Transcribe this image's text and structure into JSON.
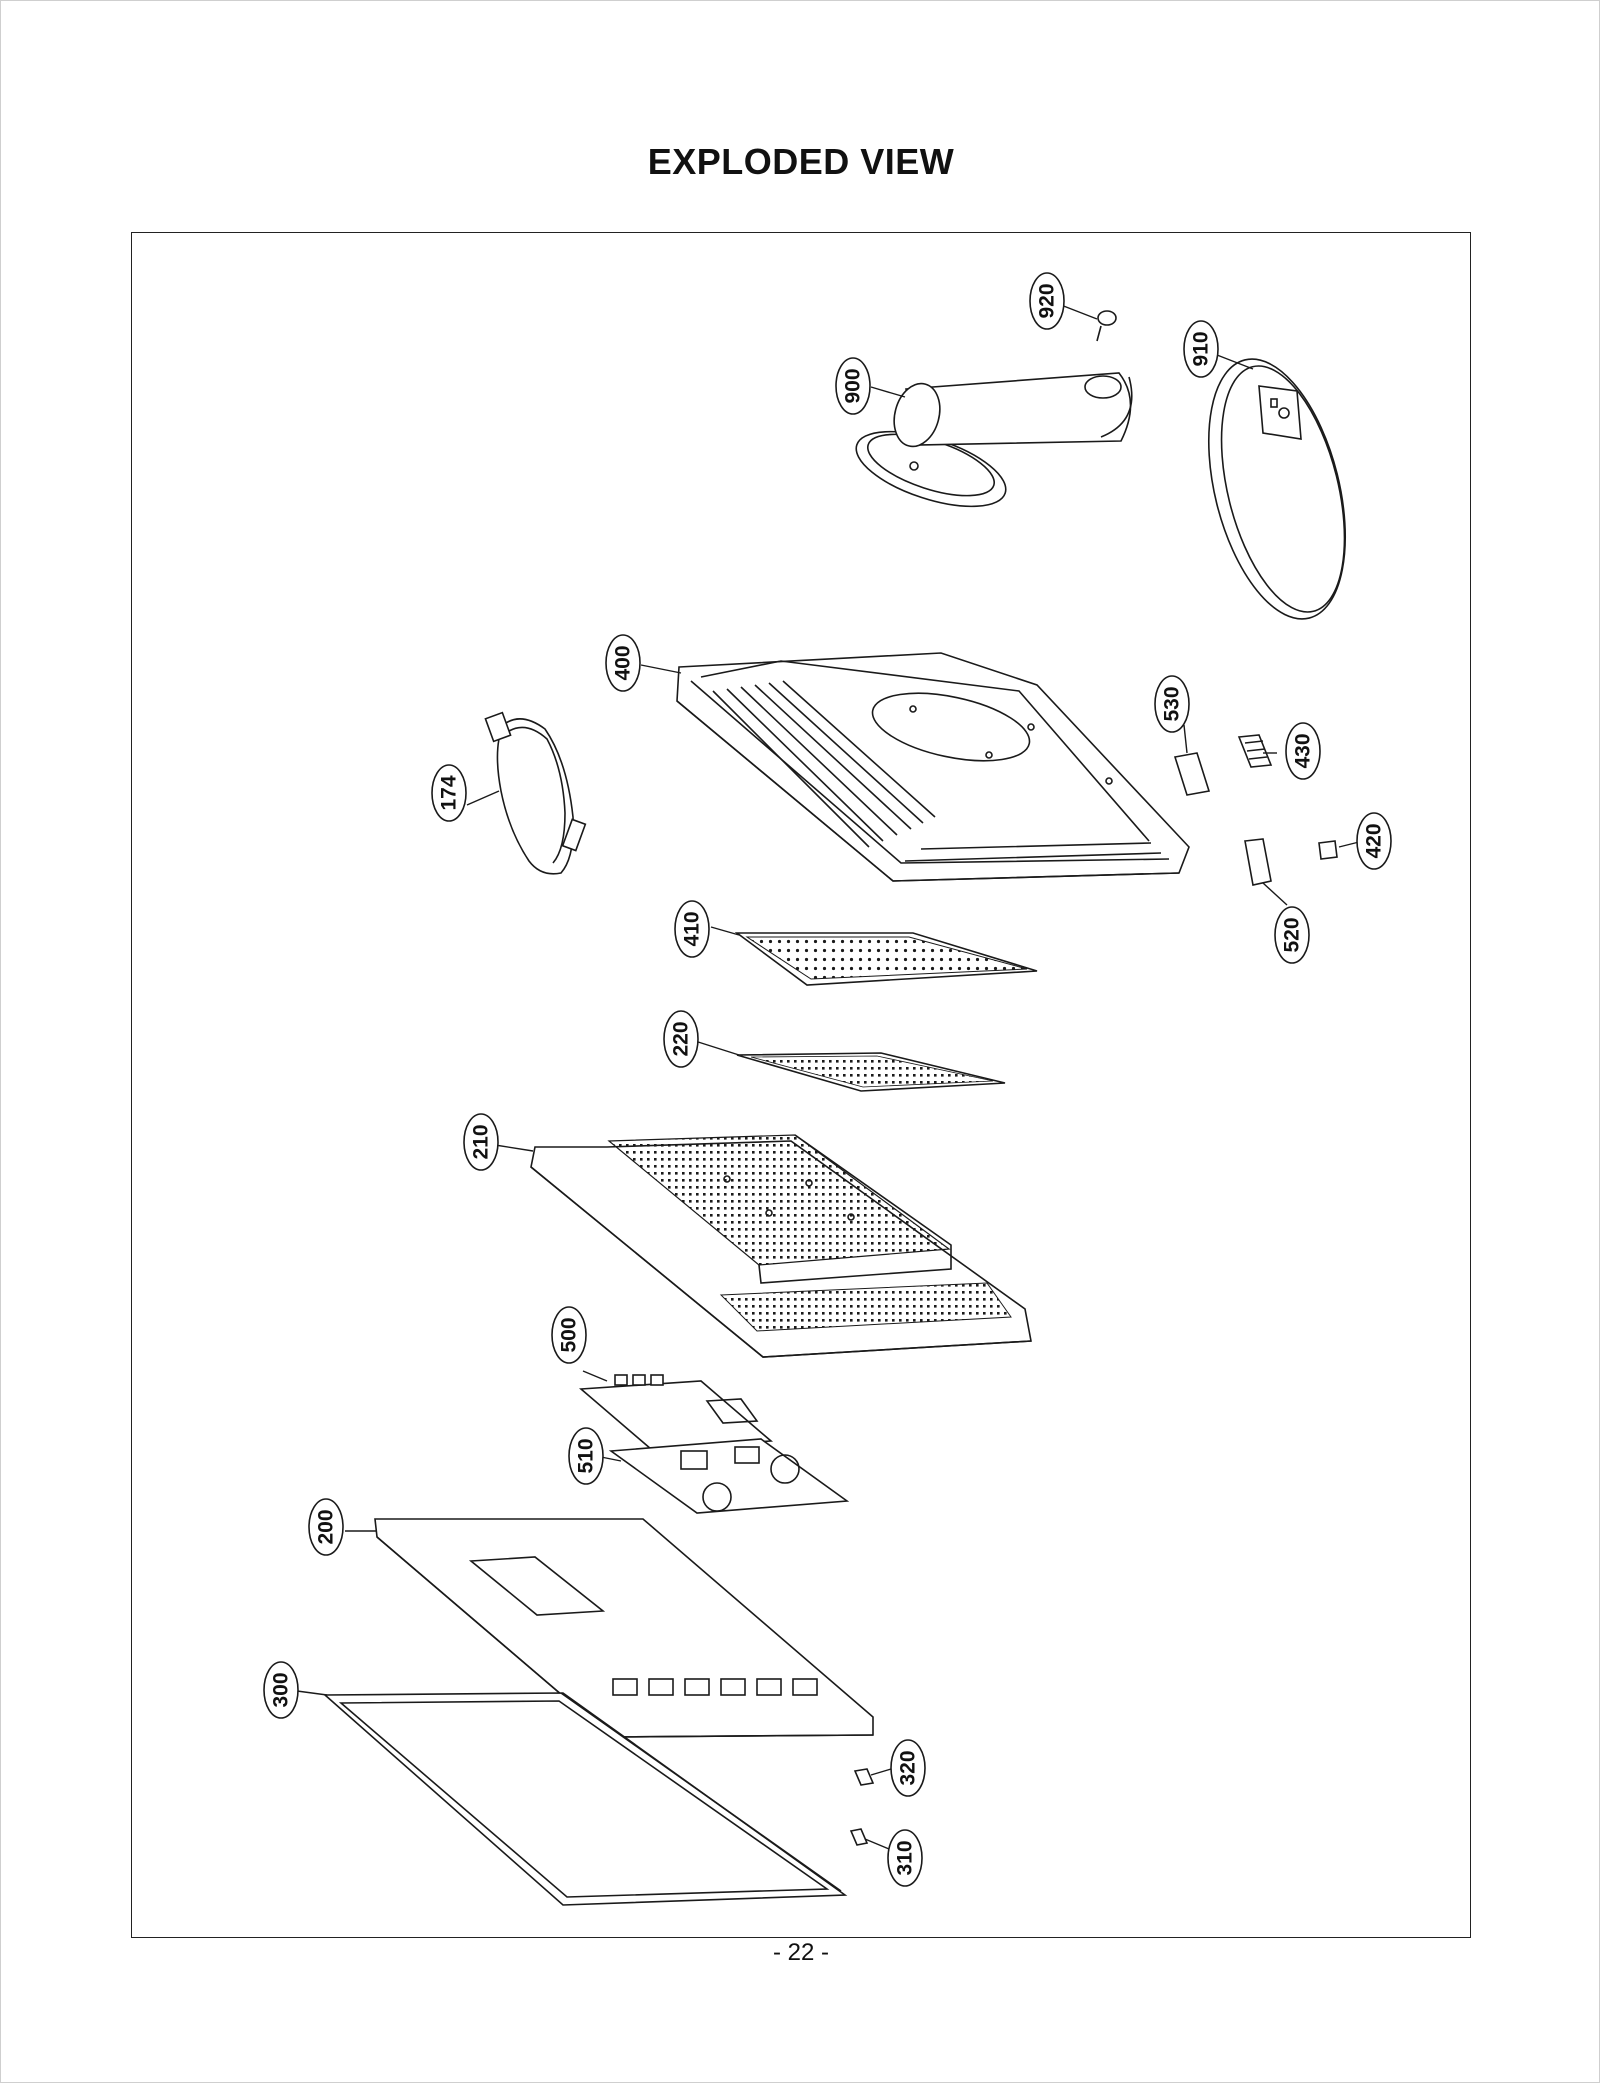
{
  "title": "EXPLODED VIEW",
  "page_number": "- 22 -",
  "callouts": [
    {
      "id": "920",
      "label": "920"
    },
    {
      "id": "910",
      "label": "910"
    },
    {
      "id": "900",
      "label": "900"
    },
    {
      "id": "400",
      "label": "400"
    },
    {
      "id": "174",
      "label": "174"
    },
    {
      "id": "530",
      "label": "530"
    },
    {
      "id": "430",
      "label": "430"
    },
    {
      "id": "420",
      "label": "420"
    },
    {
      "id": "520",
      "label": "520"
    },
    {
      "id": "410",
      "label": "410"
    },
    {
      "id": "220",
      "label": "220"
    },
    {
      "id": "210",
      "label": "210"
    },
    {
      "id": "500",
      "label": "500"
    },
    {
      "id": "510",
      "label": "510"
    },
    {
      "id": "200",
      "label": "200"
    },
    {
      "id": "300",
      "label": "300"
    },
    {
      "id": "320",
      "label": "320"
    },
    {
      "id": "310",
      "label": "310"
    }
  ]
}
